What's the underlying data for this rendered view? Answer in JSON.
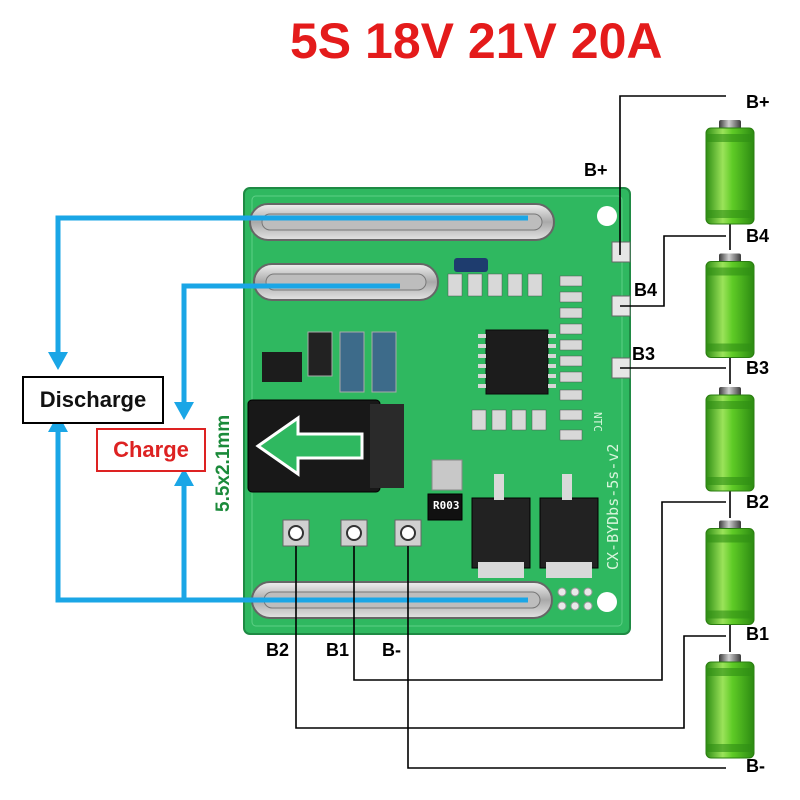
{
  "title": "5S 18V 21V 20A",
  "labels": {
    "discharge": "Discharge",
    "charge": "Charge",
    "jack_size": "5.5x2.1mm"
  },
  "pcb_terminals": {
    "bplus": "B+",
    "b4": "B4",
    "b3": "B3"
  },
  "cell_labels": [
    "B+",
    "B4",
    "B3",
    "B2",
    "B1",
    "B-"
  ],
  "bottom_labels": [
    "B2",
    "B1",
    "B-"
  ],
  "pcb_silkscreen": {
    "model": "CX-BYDbs-5s-v2",
    "ntc": "NTC",
    "resistor": "R003"
  },
  "colors": {
    "title": "#e41b1b",
    "arrow": "#1aa6e6",
    "pcb": "#2fb860",
    "cell": "#46c31f",
    "charge_box": "#d22222"
  },
  "cell_count": 5
}
